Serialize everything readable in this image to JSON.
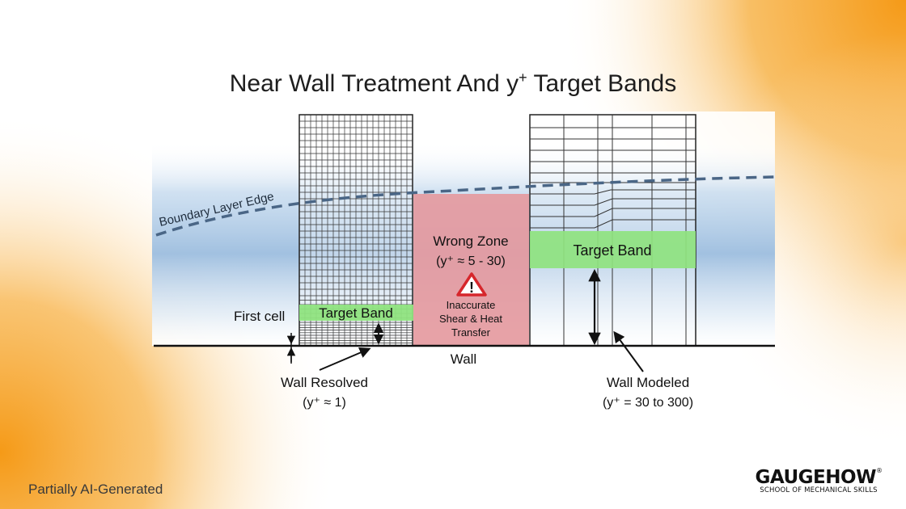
{
  "title": {
    "text": "Near Wall Treatment And y",
    "sup": "+",
    "suffix": " Target Bands"
  },
  "labels": {
    "boundary_layer_edge": "Boundary Layer Edge",
    "first_cell": "First cell",
    "target_band_left": "Target Band",
    "target_band_right": "Target Band",
    "wrong_zone_title": "Wrong Zone",
    "wrong_zone_range": "(y⁺ ≈ 5 - 30)",
    "inaccurate_line1": "Inaccurate",
    "inaccurate_line2": "Shear & Heat",
    "inaccurate_line3": "Transfer",
    "wall": "Wall",
    "wall_resolved": "Wall Resolved",
    "wall_resolved_range": "(y⁺ ≈ 1)",
    "wall_modeled": "Wall Modeled",
    "wall_modeled_range": "(y⁺ = 30 to 300)",
    "warning_symbol": "!"
  },
  "footer": {
    "note": "Partially AI-Generated",
    "brand": "GAUGEHOW",
    "brand_mark": "®",
    "brand_sub": "SCHOOL OF MECHANICAL SKILLS"
  },
  "colors": {
    "orange": "#f5a01e",
    "blue_flow": "#5a93c9",
    "boundary_line": "#4a6686",
    "target_band": "#8fe37f",
    "wrong_zone": "#e59aa0",
    "warning": "#d6262b",
    "grid_line": "#222222"
  },
  "icons": {
    "warning": "warning-triangle-icon"
  }
}
